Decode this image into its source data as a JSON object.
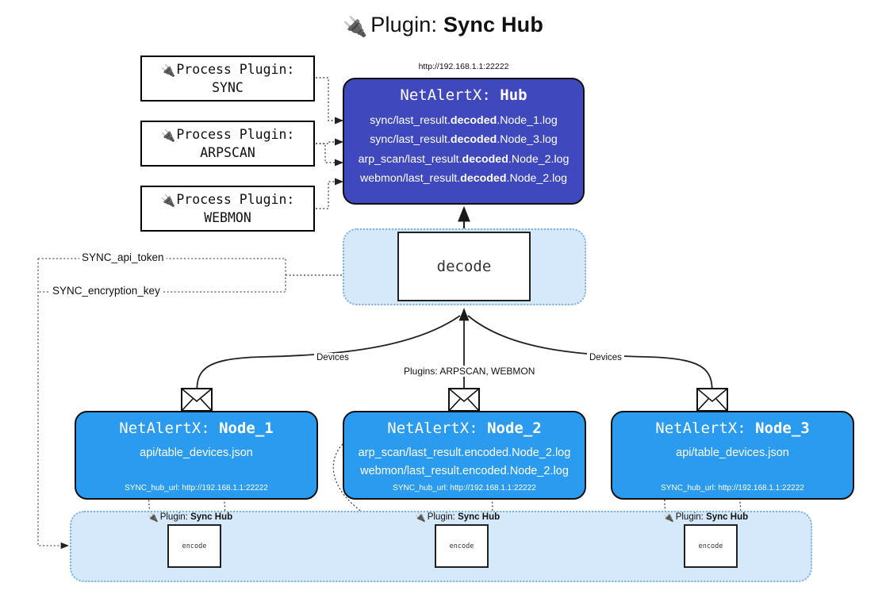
{
  "title": {
    "icon": "plug-icon",
    "label": "Plugin:",
    "name": "Sync Hub"
  },
  "process_plugins": [
    {
      "icon": "plug-icon",
      "label": "Process Plugin:",
      "name": "SYNC"
    },
    {
      "icon": "plug-icon",
      "label": "Process Plugin:",
      "name": "ARPSCAN"
    },
    {
      "icon": "plug-icon",
      "label": "Process Plugin:",
      "name": "WEBMON"
    }
  ],
  "hub": {
    "address": "http://192.168.1.1:22222",
    "app": "NetAlertX:",
    "name": "Hub",
    "logs": [
      {
        "pre": "sync/last_result.",
        "mid": "decoded",
        "post": ".Node_1.log"
      },
      {
        "pre": "sync/last_result.",
        "mid": "decoded",
        "post": ".Node_3.log"
      },
      {
        "pre": "arp_scan/last_result.",
        "mid": "decoded",
        "post": ".Node_2.log"
      },
      {
        "pre": "webmon/last_result.",
        "mid": "decoded",
        "post": ".Node_2.log"
      }
    ]
  },
  "decode": {
    "label": "decode"
  },
  "settings": {
    "api_token": "SYNC_api_token",
    "encryption_key": "SYNC_encryption_key"
  },
  "edge_labels": {
    "devices_left": "Devices",
    "devices_right": "Devices",
    "plugins_mid": "Plugins: ARPSCAN, WEBMON"
  },
  "nodes": [
    {
      "app": "NetAlertX:",
      "name": "Node_1",
      "lines": [
        "api/table_devices.json"
      ],
      "hub_url": "SYNC_hub_url: http://192.168.1.1:22222",
      "envelope_icon": "envelope-icon"
    },
    {
      "app": "NetAlertX:",
      "name": "Node_2",
      "lines": [
        "arp_scan/last_result.encoded.Node_2.log",
        "webmon/last_result.encoded.Node_2.log"
      ],
      "hub_url": "SYNC_hub_url: http://192.168.1.1:22222",
      "envelope_icon": "envelope-icon"
    },
    {
      "app": "NetAlertX:",
      "name": "Node_3",
      "lines": [
        "api/table_devices.json"
      ],
      "hub_url": "SYNC_hub_url: http://192.168.1.1:22222",
      "envelope_icon": "envelope-icon"
    }
  ],
  "encoders": [
    {
      "icon": "plug-icon",
      "caption_label": "Plugin:",
      "caption_name": "Sync Hub",
      "label": "encode"
    },
    {
      "icon": "plug-icon",
      "caption_label": "Plugin:",
      "caption_name": "Sync Hub",
      "label": "encode"
    },
    {
      "icon": "plug-icon",
      "caption_label": "Plugin:",
      "caption_name": "Sync Hub",
      "label": "encode"
    }
  ],
  "colors": {
    "hub_fill": "#4048bd",
    "node_fill": "#2b9bef",
    "pale_fill": "#d6e9fa",
    "pale_border": "#7fb2dd",
    "stroke": "#111111"
  }
}
